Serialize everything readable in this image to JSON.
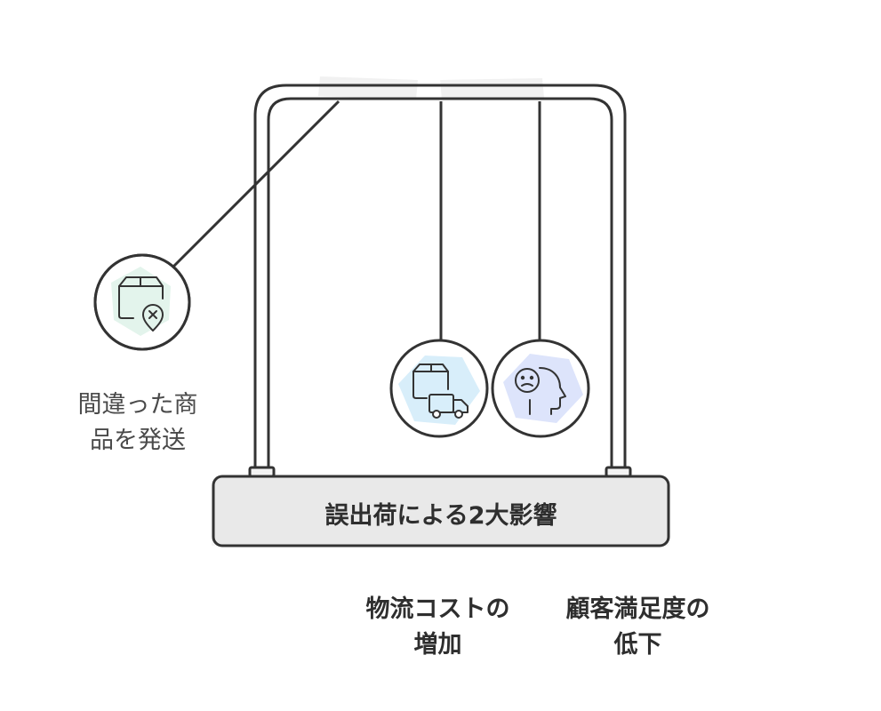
{
  "title": "誤出荷による2大影響",
  "cause": {
    "label_lines": [
      "間違った商",
      "品を発送"
    ],
    "icon": "package-x-location-icon",
    "color": "#e3f4ec"
  },
  "effects": [
    {
      "label_lines": [
        "物流コストの",
        "増加"
      ],
      "icon": "package-truck-icon",
      "color": "#d8eefa"
    },
    {
      "label_lines": [
        "顧客満足度の",
        "低下"
      ],
      "icon": "sad-head-icon",
      "color": "#dde4fb"
    }
  ],
  "colors": {
    "stroke": "#333333",
    "base_fill": "#e9e9e9",
    "frame_fill": "#f3f3f3",
    "text": "#2e2e2e"
  }
}
